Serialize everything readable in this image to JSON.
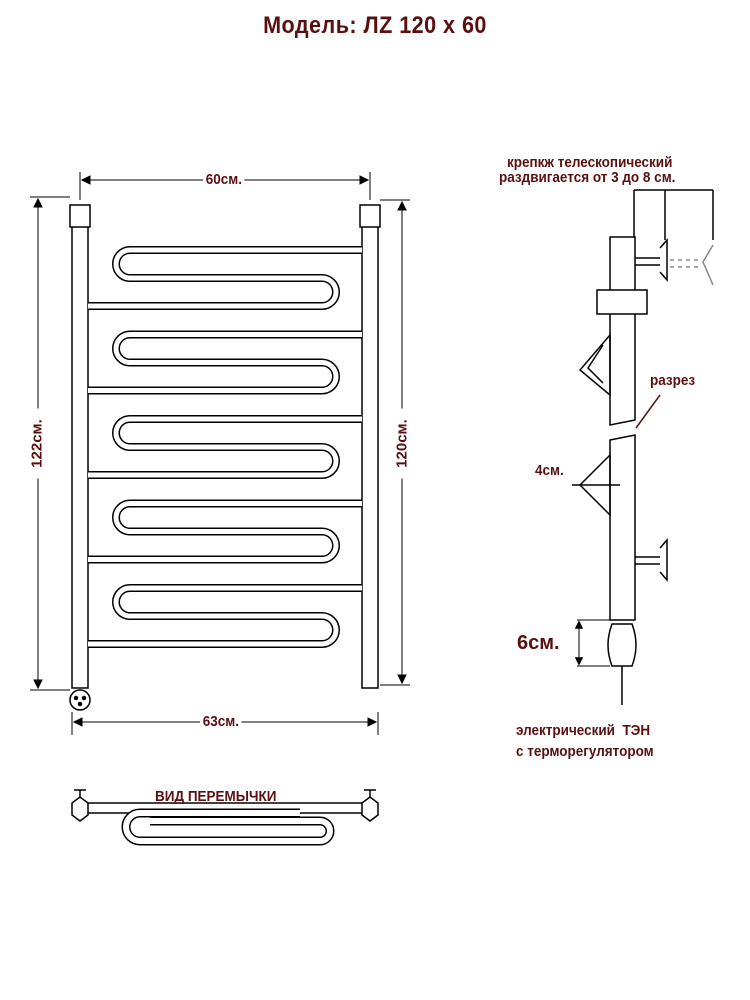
{
  "title": "Модель: ЛZ 120 x 60",
  "dimensions": {
    "top_width": "60см.",
    "bottom_width": "63см.",
    "left_height": "122см.",
    "right_height": "120см.",
    "bracket_offset": "4см.",
    "heater_height": "6см."
  },
  "labels": {
    "bracket_line1": "крепкж телескопический",
    "bracket_line2": "раздвигается от 3 до 8 см.",
    "section": "разрез",
    "heater_line1": "электрический  ТЭН",
    "heater_line2": "с терморегулятором",
    "jumper_view": "ВИД ПЕРЕМЫЧКИ"
  },
  "serpentine_sections": 5,
  "colors": {
    "text": "#5a1010",
    "lines": "#000000"
  }
}
